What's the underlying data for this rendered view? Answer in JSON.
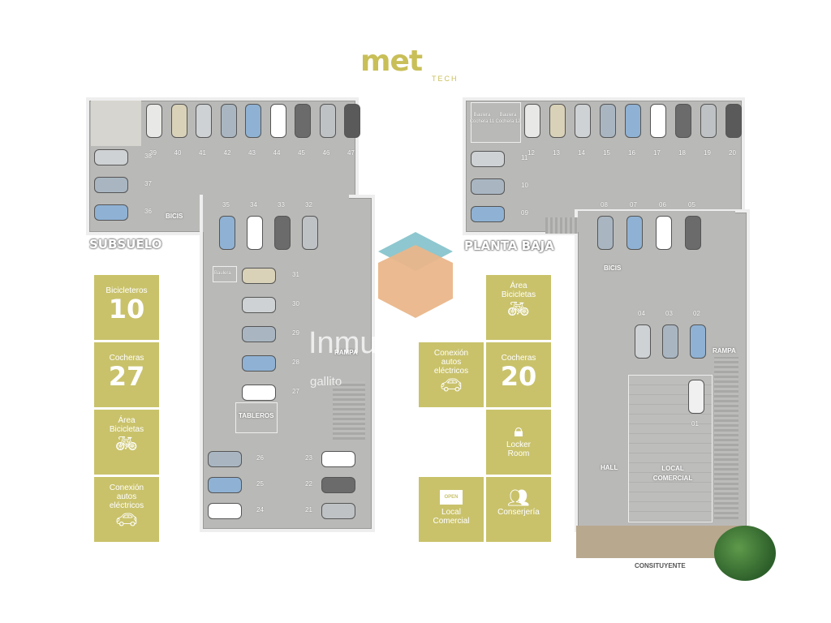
{
  "logo": {
    "main": "met",
    "sub": "TECH"
  },
  "subsuelo": {
    "title": "SUBSUELO",
    "labels": {
      "bicis": "BICIS",
      "rampa": "RAMPA",
      "tableros": "TABLEROS",
      "baulera": "Baulera"
    },
    "top_spaces": [
      "39",
      "40",
      "41",
      "42",
      "43",
      "44",
      "45",
      "46",
      "47"
    ],
    "left_spaces": [
      "38",
      "37",
      "36"
    ],
    "mid_spaces": [
      "35",
      "34",
      "33",
      "32"
    ],
    "center_spaces": [
      "31",
      "30",
      "29",
      "28",
      "27"
    ],
    "bottom_left_spaces": [
      "26",
      "25",
      "24"
    ],
    "bottom_right_spaces": [
      "23",
      "22",
      "21"
    ]
  },
  "planta_baja": {
    "title": "PLANTA BAJA",
    "labels": {
      "bicis": "BICIS",
      "rampa": "RAMPA",
      "hall": "HALL",
      "local": "LOCAL COMERCIAL",
      "street": "CONSITUYENTE",
      "baulera_11": "Baulera Cochera 11",
      "baulera_12": "Baulera Cochera 12"
    },
    "top_spaces": [
      "12",
      "13",
      "14",
      "15",
      "16",
      "17",
      "18",
      "19",
      "20"
    ],
    "left_spaces": [
      "11",
      "10",
      "09"
    ],
    "mid_spaces": [
      "08",
      "07",
      "06",
      "05"
    ],
    "right_spaces": [
      "04",
      "03",
      "02"
    ],
    "ramp_space": "01"
  },
  "tiles_left": [
    {
      "label": "Bicicleteros",
      "value": "10"
    },
    {
      "label": "Cocheras",
      "value": "27"
    },
    {
      "label": "Área Bicicletas",
      "icon": "bicycle-icon"
    },
    {
      "label": "Conexión autos eléctricos",
      "icon": "ev-car-icon"
    }
  ],
  "tiles_right": [
    {
      "label": "Área Bicicletas",
      "icon": "bicycle-icon"
    },
    {
      "label": "Conexión autos eléctricos",
      "icon": "ev-car-icon"
    },
    {
      "label": "Cocheras",
      "value": "20"
    },
    {
      "label": "Locker Room",
      "icon": "lock-icon"
    },
    {
      "label": "Local Comercial",
      "icon": "open-sign-icon",
      "sign": "OPEN"
    },
    {
      "label": "Conserjería",
      "icon": "concierge-icon"
    }
  ],
  "watermark": {
    "main": "Inmuebles",
    "sub": "gallito"
  },
  "colors": {
    "tile": "#c9c26b",
    "floor": "#b9b9b7",
    "diamond_top": "#8ec7cf",
    "diamond_bottom": "#eab68a"
  }
}
